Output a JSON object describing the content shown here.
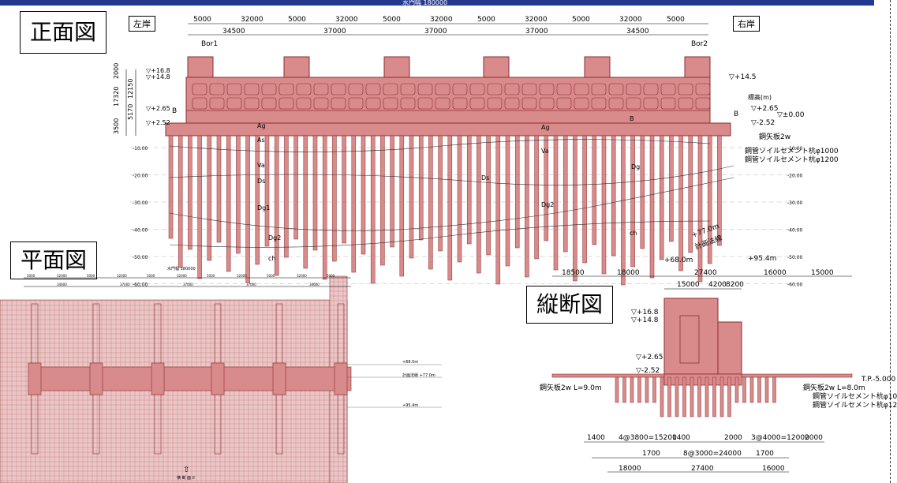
{
  "header": {
    "label": "水門幅 180000"
  },
  "front": {
    "title": "正面図",
    "bank_left": "左岸",
    "bank_right": "右岸",
    "top_dims": [
      "5000",
      "32000",
      "5000",
      "32000",
      "5000",
      "32000",
      "5000",
      "32000",
      "5000",
      "32000",
      "5000"
    ],
    "second_dims": [
      "34500",
      "37000",
      "37000",
      "37000",
      "34500"
    ],
    "bore_left": "Bor1",
    "bore_right": "Bor2",
    "left_dims": [
      "2000",
      "12150",
      "17320",
      "5170",
      "3500"
    ],
    "levels_left": [
      "▽+16.8",
      "▽+14.8",
      "▽+2.65",
      "▽+2.52"
    ],
    "b_label": "B",
    "right_labels": {
      "l1": "▽+14.5",
      "l2": "標高(m)",
      "l3": "▽+2.65",
      "l4": "▽±0.00",
      "l5": "▽-2.52",
      "b": "B",
      "sheet": "鋼矢板2w",
      "p1000": "鋼管ソイルセメント杭φ1000",
      "p1200": "鋼管ソイルセメント杭φ1200"
    },
    "elev_left": [
      "-10.00",
      "-20.00",
      "-30.00",
      "-40.00",
      "-50.00",
      "-60.00"
    ],
    "elev_right": [
      "-10.00",
      "-20.00",
      "-30.00",
      "-40.00",
      "-50.00",
      "-60.00"
    ],
    "soils": [
      "Ag",
      "As",
      "Va",
      "Ds",
      "Dg1",
      "Dg2",
      "ch",
      "Ag",
      "Va",
      "Ds",
      "Dg2",
      "ch",
      "B",
      "Dg"
    ],
    "annot": {
      "a1": "+68.0m",
      "a2": "+77.0m",
      "a3": "計画法線",
      "a4": "+95.4m"
    },
    "bottom_small": "水門幅 180000"
  },
  "plan": {
    "title": "平面図",
    "dims": [
      "5000",
      "32000",
      "5000",
      "32000",
      "5000",
      "32000",
      "5000",
      "32000",
      "5000",
      "32000",
      "5000"
    ],
    "dims2": [
      "34600",
      "37000",
      "37000",
      "37000",
      "34600"
    ],
    "right_marks": [
      "+68.0m",
      "計画法線 +77.0m",
      "+95.4m"
    ],
    "bottom": "⇧",
    "bottom_label": "横 断 面 II"
  },
  "long": {
    "title": "縦断図",
    "top_dims": [
      "18500",
      "18000",
      "27400",
      "16000",
      "15000"
    ],
    "sub_dims": [
      "15000",
      "4200",
      "8200"
    ],
    "levels": [
      "▽+16.8",
      "▽+14.8",
      "▽+2.65",
      "▽-2.52"
    ],
    "tp": "T.P.-5.000",
    "sheet_left": "鋼矢板2w L=9.0m",
    "sheet_right": "鋼矢板2w L=8.0m",
    "p1000": "鋼管ソイルセメント杭φ1000",
    "p1200": "鋼管ソイルセメント杭φ1200",
    "bot1": [
      "1400",
      "4@3800=15200",
      "1400",
      "2000",
      "3@4000=12000",
      "2000"
    ],
    "bot2": [
      "1700",
      "8@3000=24000",
      "1700"
    ],
    "bot3": [
      "18000",
      "27400",
      "16000"
    ]
  },
  "colors": {
    "structure": "#d98a8a",
    "structure_dark": "#8a2f2f",
    "bar": "#23388f"
  }
}
